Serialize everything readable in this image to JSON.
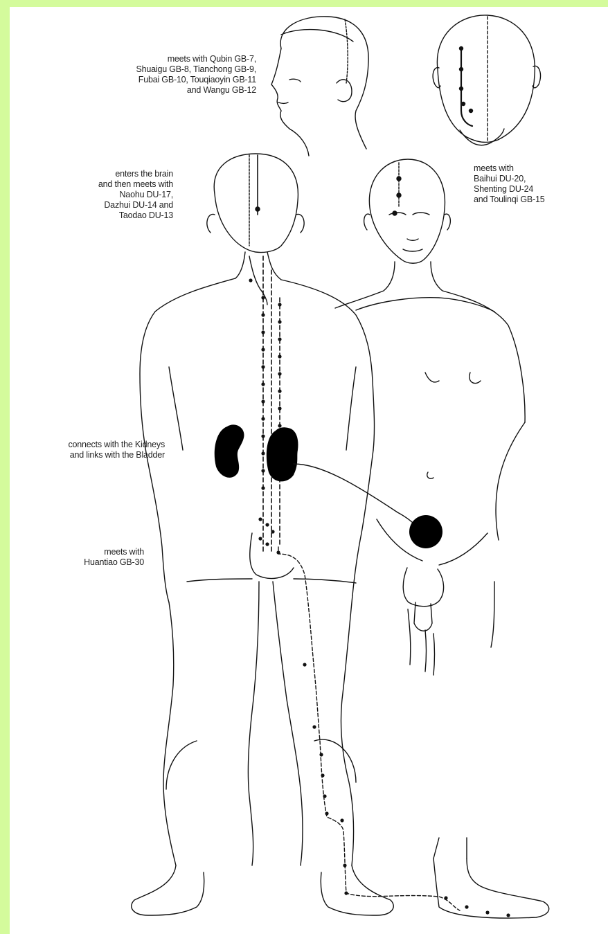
{
  "annotations": {
    "head_meets": {
      "lines": [
        "meets with Qubin GB-7,",
        "Shuaigu GB-8, Tianchong GB-9,",
        "Fubai GB-10, Touqiaoyin GB-11",
        "and Wangu GB-12"
      ]
    },
    "brain": {
      "lines": [
        "enters the brain",
        "and then meets with",
        "Naohu DU-17,",
        "Dazhui DU-14 and",
        "Taodao DU-13"
      ]
    },
    "vertex": {
      "lines": [
        "meets with",
        "Baihui DU-20,",
        "Shenting DU-24",
        "and Toulinqi GB-15"
      ]
    },
    "kidneys": {
      "lines": [
        "connects with the Kidneys",
        "and links with the Bladder"
      ]
    },
    "buttock": {
      "lines": [
        "meets with",
        "Huantiao GB-30"
      ]
    }
  },
  "colors": {
    "background": "#d4fb9c",
    "paper": "#ffffff",
    "ink": "#111111",
    "organ_fill": "#000000"
  }
}
